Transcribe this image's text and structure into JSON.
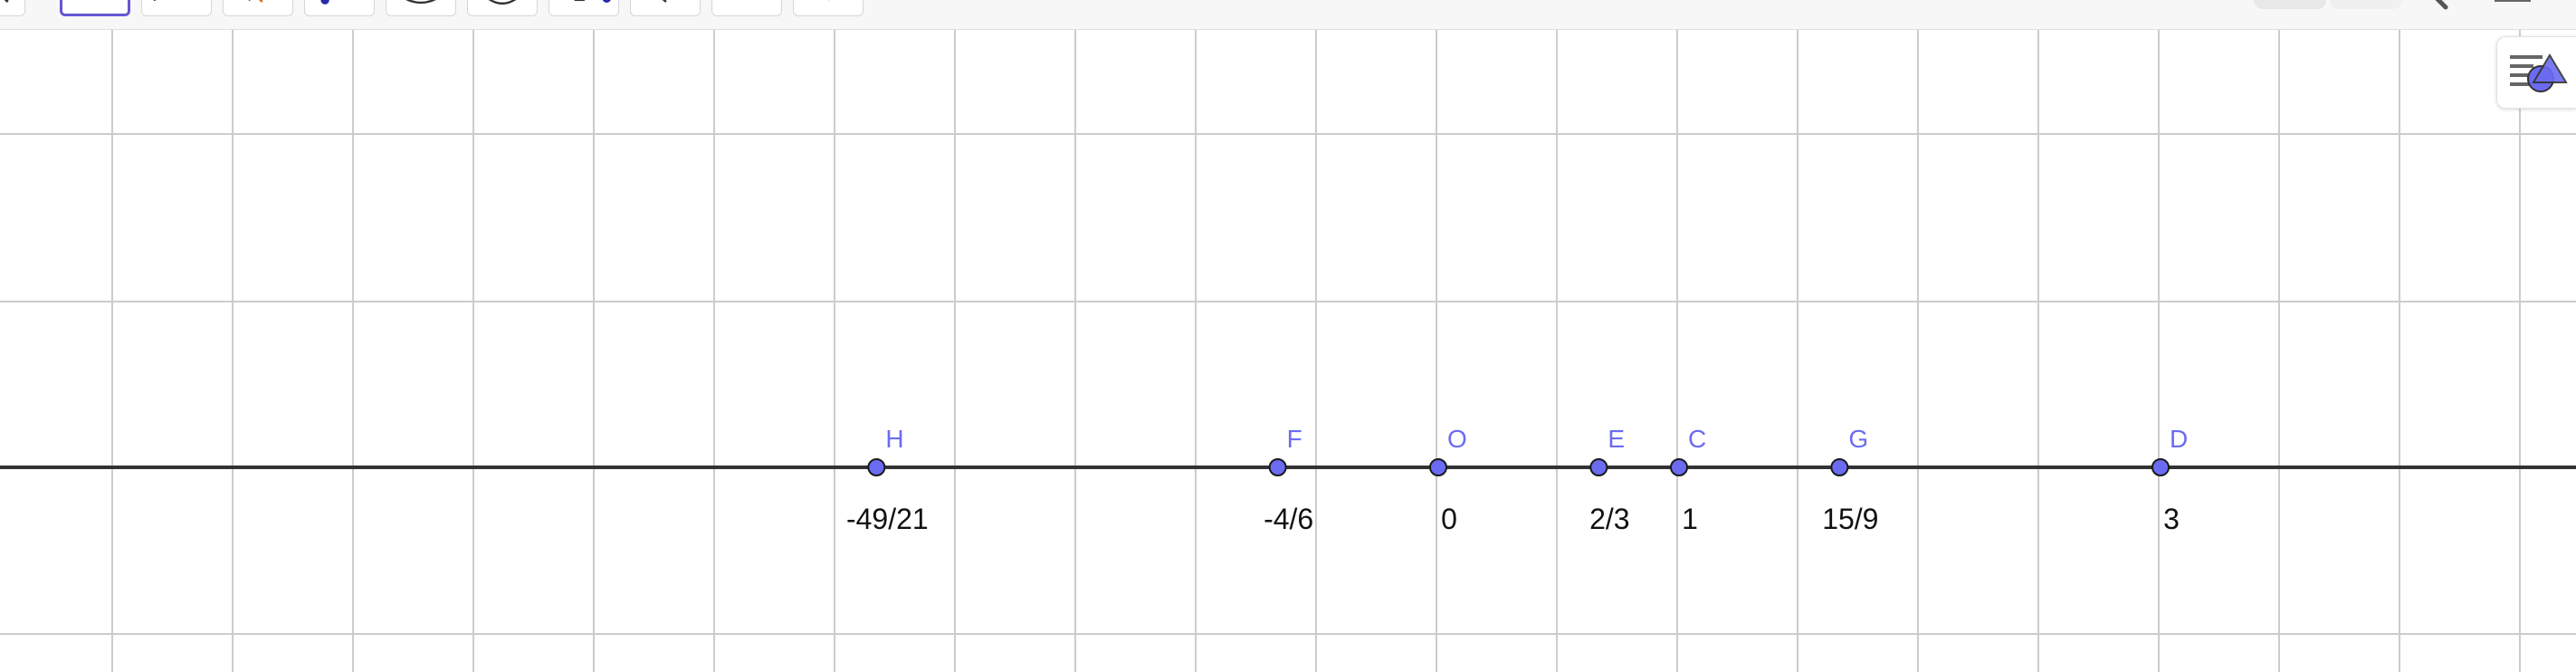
{
  "toolbar": {
    "tools": [
      {
        "name": "tool-move",
        "icon": "arrow-icon",
        "active": false
      },
      {
        "name": "tool-point",
        "icon": "point-icon",
        "active": true
      },
      {
        "name": "tool-line",
        "icon": "line-icon",
        "active": false
      },
      {
        "name": "tool-perpendicular",
        "icon": "perpendicular-icon",
        "active": false
      },
      {
        "name": "tool-polygon",
        "icon": "polygon-icon",
        "active": false
      },
      {
        "name": "tool-circle",
        "icon": "circle-icon",
        "active": false
      },
      {
        "name": "tool-ellipse",
        "icon": "ellipse-icon",
        "active": false
      },
      {
        "name": "tool-angle",
        "icon": "angle-icon",
        "active": false
      },
      {
        "name": "tool-reflect",
        "icon": "reflect-icon",
        "active": false
      },
      {
        "name": "tool-text",
        "icon": "text-icon",
        "active": false
      },
      {
        "name": "tool-slider",
        "icon": "slider-icon",
        "active": false
      }
    ],
    "right_icons": [
      "undo-icon",
      "redo-icon",
      "search-icon",
      "menu-icon"
    ]
  },
  "style_bar": {
    "icon": "graphics-style-bar-icon"
  },
  "colors": {
    "point_fill": "#6b6bf2",
    "point_label": "#6b6bf2",
    "axis": "#333333",
    "grid": "#cccccc",
    "accent": "#6557d2"
  },
  "number_line": {
    "points": [
      {
        "name": "H",
        "value": -2.3333,
        "value_label": "-49/21"
      },
      {
        "name": "F",
        "value": -0.6667,
        "value_label": "-4/6"
      },
      {
        "name": "O",
        "value": 0,
        "value_label": "0"
      },
      {
        "name": "E",
        "value": 0.6667,
        "value_label": "2/3"
      },
      {
        "name": "C",
        "value": 1,
        "value_label": "1"
      },
      {
        "name": "G",
        "value": 1.6667,
        "value_label": "15/9"
      },
      {
        "name": "D",
        "value": 3,
        "value_label": "3"
      }
    ]
  }
}
